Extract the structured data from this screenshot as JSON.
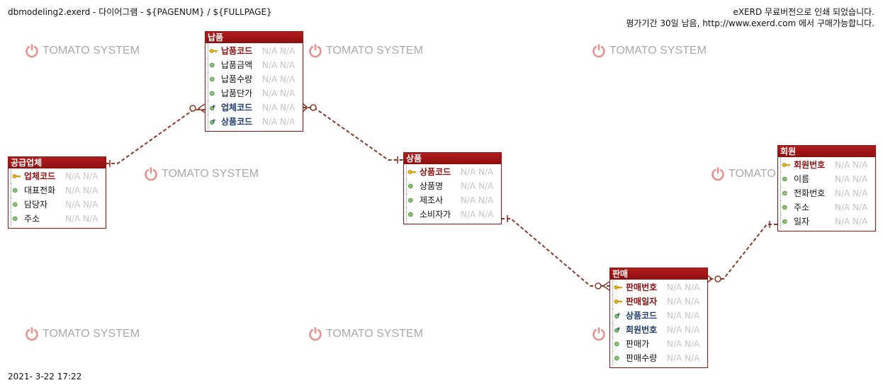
{
  "header": {
    "left": "dbmodeling2.exerd - 다이어그램 - ${PAGENUM} / ${FULLPAGE}",
    "right_line1": "eXERD 무료버전으로 인쇄 되었습니다.",
    "right_line2": "평가기간 30일 남음, http://www.exerd.com 에서 구매가능합니다."
  },
  "footer": {
    "timestamp": "2021- 3-22 17:22"
  },
  "watermark": {
    "text": "TOMATO SYSTEM",
    "color": "#e89090"
  },
  "colors": {
    "header": "#9c1414",
    "relation": "#8a3a28",
    "pk_text": "#8b0f0f",
    "fk_text": "#1e3d6e",
    "type_text": "#c4c4c4"
  },
  "entities": {
    "napum": {
      "title": "납품",
      "rows": [
        {
          "name": "납품코드",
          "type": "N/A N/A",
          "kind": "pk"
        },
        {
          "name": "납품금액",
          "type": "N/A N/A",
          "kind": "attr"
        },
        {
          "name": "납품수량",
          "type": "N/A N/A",
          "kind": "attr"
        },
        {
          "name": "납품단가",
          "type": "N/A N/A",
          "kind": "attr"
        },
        {
          "name": "업체코드",
          "type": "N/A N/A",
          "kind": "fk"
        },
        {
          "name": "상품코드",
          "type": "N/A N/A",
          "kind": "fk"
        }
      ]
    },
    "supplier": {
      "title": "공급업체",
      "rows": [
        {
          "name": "업체코드",
          "type": "N/A N/A",
          "kind": "pk"
        },
        {
          "name": "대표전화",
          "type": "N/A N/A",
          "kind": "attr"
        },
        {
          "name": "담당자",
          "type": "N/A N/A",
          "kind": "attr"
        },
        {
          "name": "주소",
          "type": "N/A N/A",
          "kind": "attr"
        }
      ]
    },
    "product": {
      "title": "상품",
      "rows": [
        {
          "name": "상품코드",
          "type": "N/A N/A",
          "kind": "pk"
        },
        {
          "name": "상품명",
          "type": "N/A N/A",
          "kind": "attr"
        },
        {
          "name": "제조사",
          "type": "N/A N/A",
          "kind": "attr"
        },
        {
          "name": "소비자가",
          "type": "N/A N/A",
          "kind": "attr"
        }
      ]
    },
    "member": {
      "title": "회원",
      "rows": [
        {
          "name": "회원번호",
          "type": "N/A N/A",
          "kind": "pk"
        },
        {
          "name": "이름",
          "type": "N/A N/A",
          "kind": "attr"
        },
        {
          "name": "전화번호",
          "type": "N/A N/A",
          "kind": "attr"
        },
        {
          "name": "주소",
          "type": "N/A N/A",
          "kind": "attr"
        },
        {
          "name": "일자",
          "type": "N/A N/A",
          "kind": "attr"
        }
      ]
    },
    "sales": {
      "title": "판매",
      "rows": [
        {
          "name": "판매번호",
          "type": "N/A N/A",
          "kind": "pk"
        },
        {
          "name": "판매일자",
          "type": "N/A N/A",
          "kind": "pk"
        },
        {
          "name": "상품코드",
          "type": "N/A N/A",
          "kind": "fk"
        },
        {
          "name": "회원번호",
          "type": "N/A N/A",
          "kind": "fk"
        },
        {
          "name": "판매가",
          "type": "N/A N/A",
          "kind": "attr"
        },
        {
          "name": "판매수량",
          "type": "N/A N/A",
          "kind": "attr"
        }
      ]
    }
  }
}
